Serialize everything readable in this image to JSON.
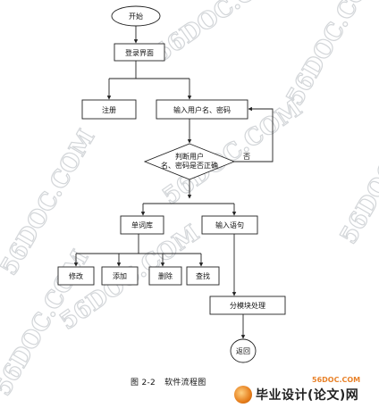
{
  "watermark": {
    "text": "56DOC.COM",
    "color": "#d3d6d9"
  },
  "flowchart": {
    "start": "开始",
    "login": "登录界面",
    "register": "注册",
    "input_credentials": "输入用户名、密码",
    "decision_line1": "判断用户",
    "decision_line2": "名、密码是否正确",
    "no_label": "否",
    "word_library": "单词库",
    "input_sentence": "输入语句",
    "modify": "修改",
    "add": "添加",
    "delete": "删除",
    "search": "查找",
    "module_process": "分模块处理",
    "return": "返回"
  },
  "caption": {
    "figure_number": "图 2-2",
    "title": "软件流程图"
  },
  "brand": {
    "url": "56DOC.COM",
    "name": "毕业设计(论文)网",
    "accent": "#e8822a",
    "logo_icon": "globe-icon"
  }
}
